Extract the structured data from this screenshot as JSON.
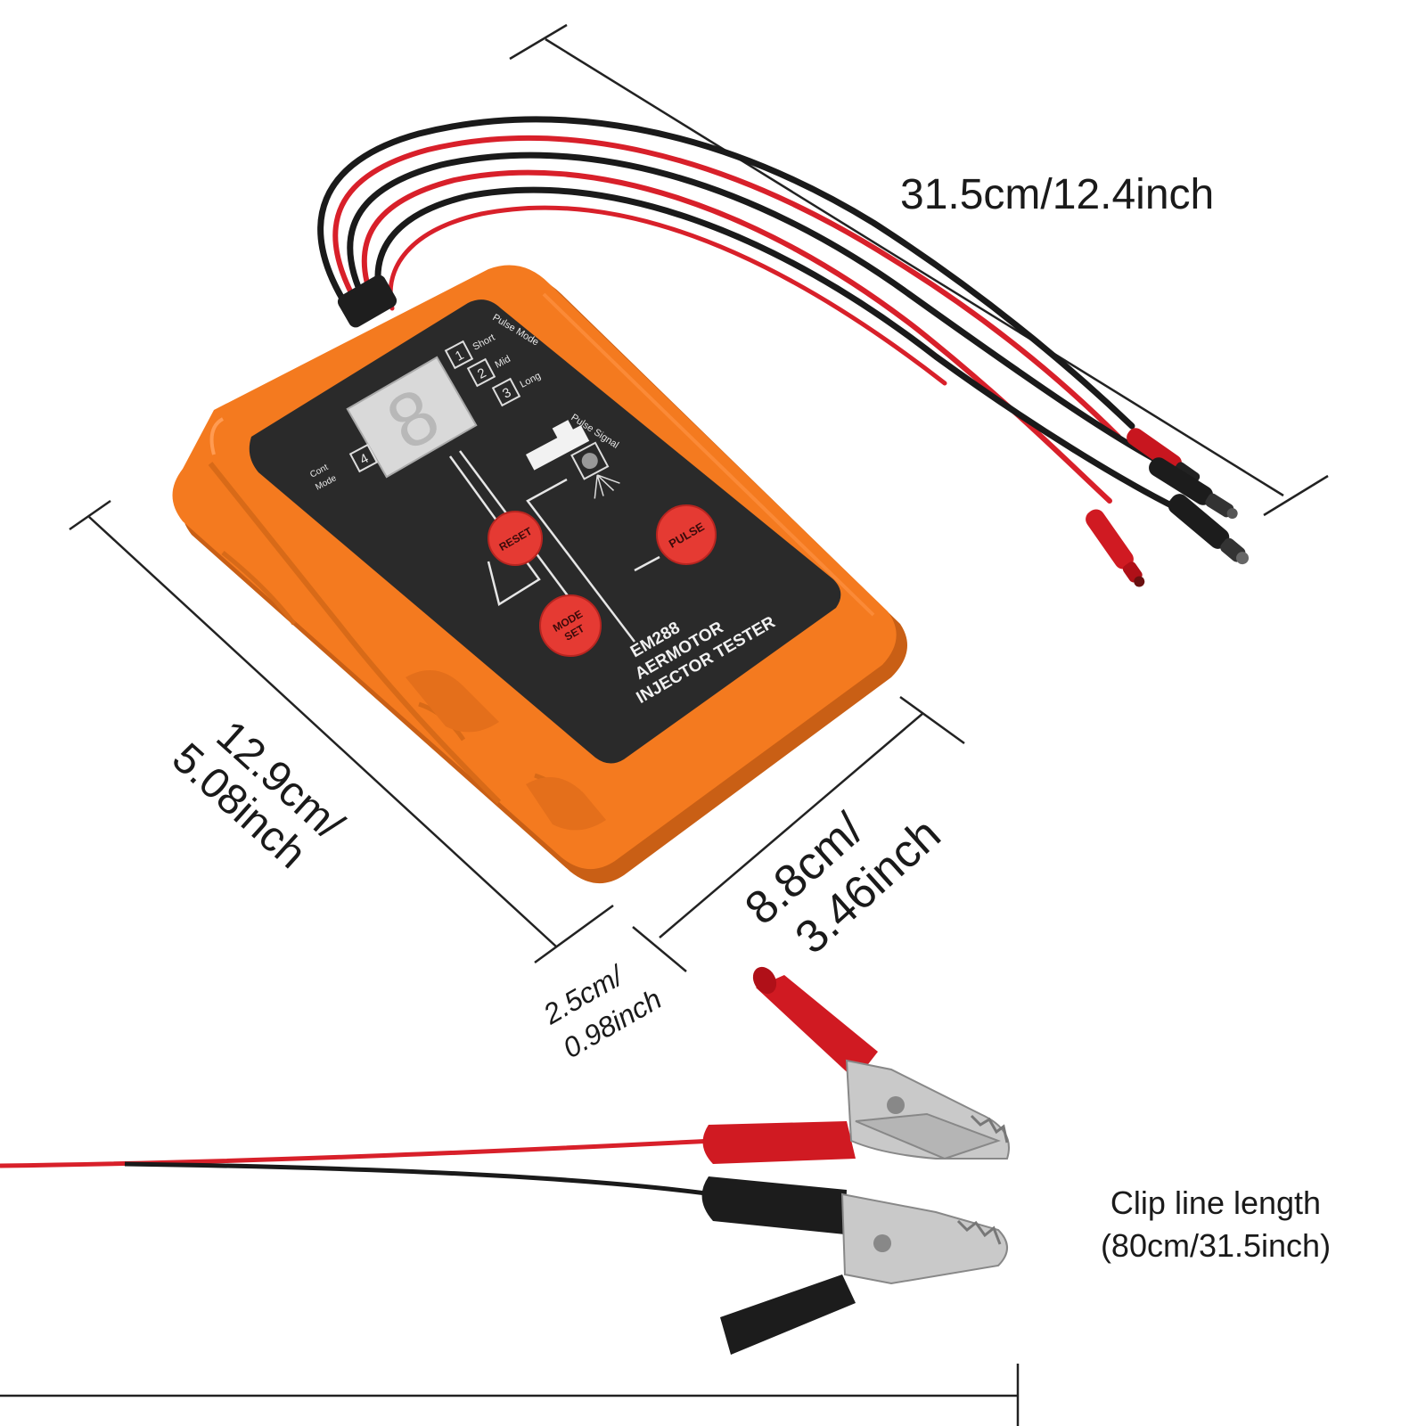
{
  "device": {
    "model": "EM288",
    "name_line1": "AERMOTOR",
    "name_line2": "INJECTOR TESTER",
    "display_digit": "8",
    "pulse_mode_label": "Pulse Mode",
    "modes": [
      {
        "num": "1",
        "label": "Short"
      },
      {
        "num": "2",
        "label": "Mid"
      },
      {
        "num": "3",
        "label": "Long"
      }
    ],
    "cont_mode_num": "4",
    "cont_mode_line1": "Cont",
    "cont_mode_line2": "Mode",
    "pulse_signal_label": "Pulse Signal",
    "buttons": {
      "reset": "RESET",
      "pulse": "PULSE",
      "mode_line1": "MODE",
      "mode_line2": "SET"
    },
    "colors": {
      "body": "#f47a1f",
      "panel": "#2a2a2a",
      "button": "#e53a33",
      "wire_red": "#d8202a",
      "wire_black": "#1a1a1a"
    }
  },
  "dimensions": {
    "cable_length": "31.5cm/12.4inch",
    "length_line1": "12.9cm/",
    "length_line2": "5.08inch",
    "width_line1": "8.8cm/",
    "width_line2": "3.46inch",
    "depth_line1": "2.5cm/",
    "depth_line2": "0.98inch",
    "clip_line1": "Clip line length",
    "clip_line2": "(80cm/31.5inch)"
  }
}
